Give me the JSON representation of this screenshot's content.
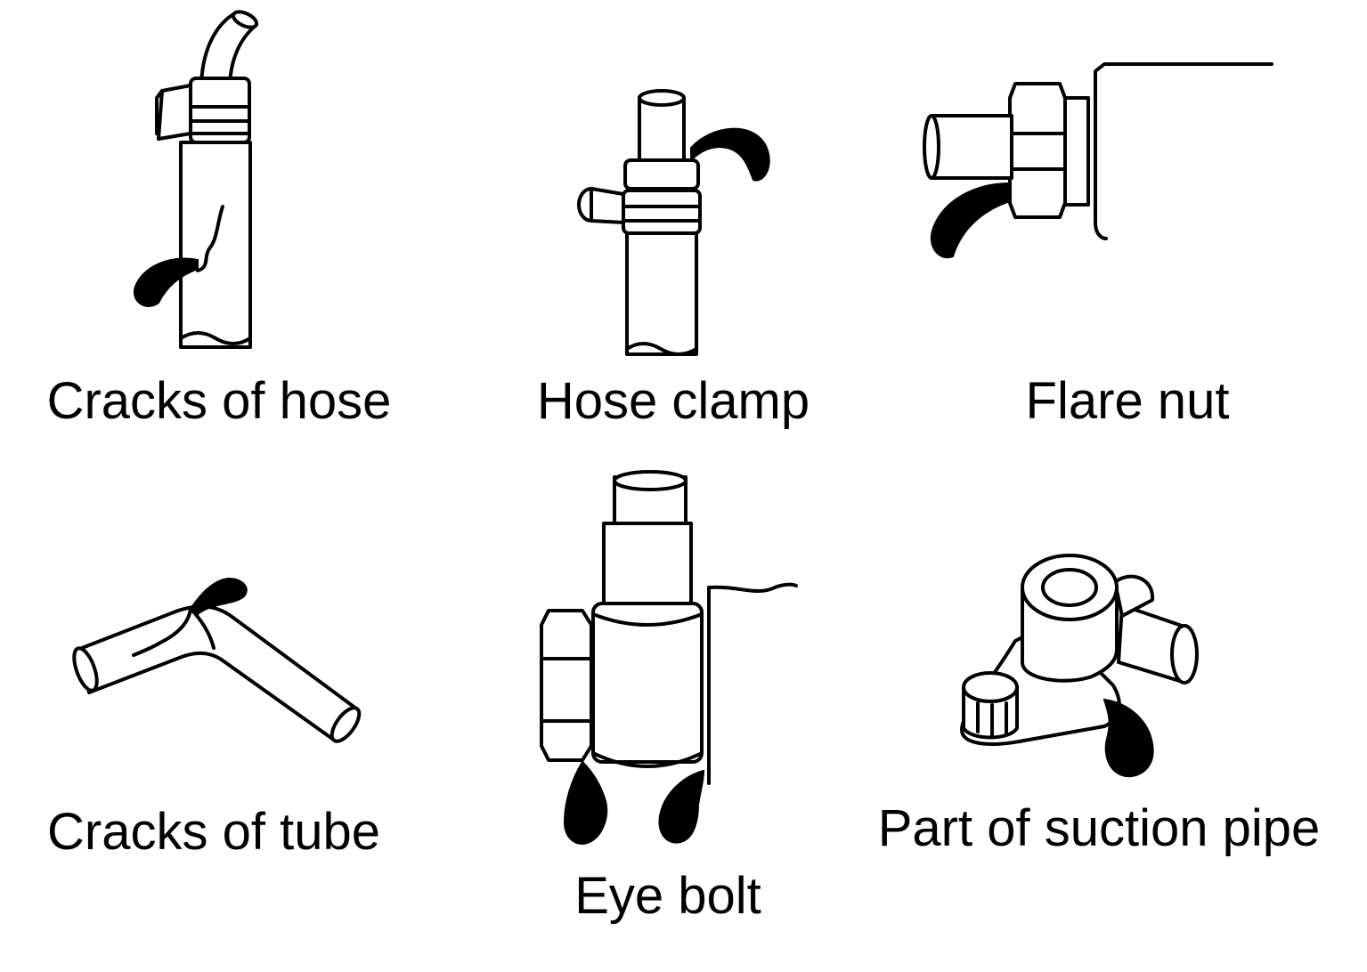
{
  "labels": [
    "Cracks of hose",
    "Hose clamp",
    "Flare nut",
    "Cracks of tube",
    "Eye bolt",
    "Part of suction pipe"
  ]
}
